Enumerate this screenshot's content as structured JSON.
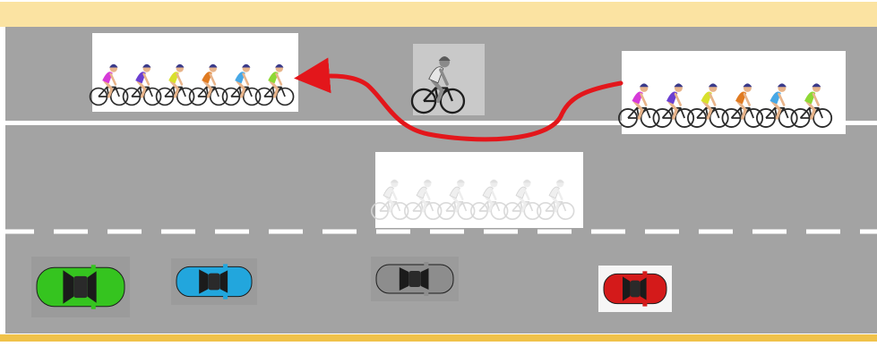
{
  "colors": {
    "road": "#a3a3a3",
    "road_dark": "#9a9a9a",
    "curb_top": "#fbe3a2",
    "curb_bottom": "#f0c24a",
    "lane_line": "#ffffff",
    "arrow": "#e3161b",
    "photo_bg": "#ffffff",
    "skin": "#e8b48a",
    "bike": "#2b2b2b"
  },
  "groups": {
    "ahead": [
      "#d63ad8",
      "#6b3fd1",
      "#d9e02c",
      "#e07b22",
      "#47a8e6",
      "#8ed834"
    ],
    "original": [
      "#d63ad8",
      "#6b3fd1",
      "#d9e02c",
      "#e07b22",
      "#47a8e6",
      "#8ed834"
    ],
    "ghost": [
      "#eeeeee",
      "#eeeeee",
      "#eeeeee",
      "#eeeeee",
      "#eeeeee",
      "#eeeeee"
    ]
  },
  "solo_rider": {
    "icon": "cyclist-silhouette-grey"
  },
  "cars": [
    {
      "name": "green-car",
      "color": "#35c41f"
    },
    {
      "name": "blue-car",
      "color": "#22a6dd"
    },
    {
      "name": "grey-car",
      "color": "#8d8d8d"
    },
    {
      "name": "red-car",
      "color": "#d41a1a"
    }
  ]
}
